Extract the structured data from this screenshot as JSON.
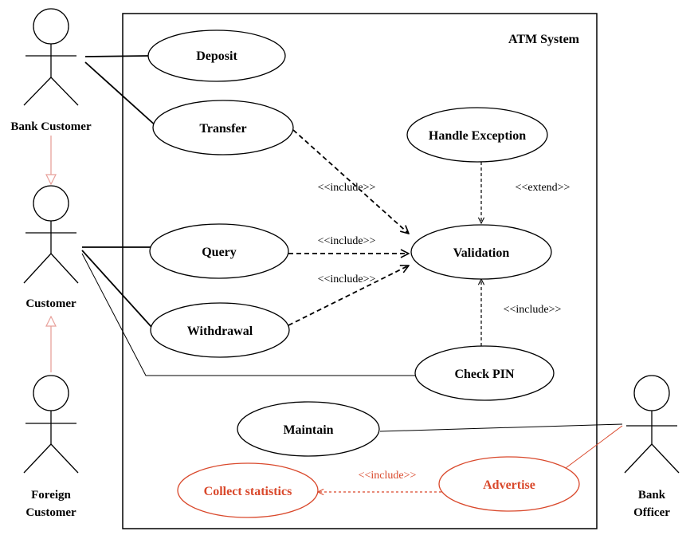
{
  "system": {
    "title": "ATM System"
  },
  "actors": {
    "bank_customer": {
      "label": "Bank Customer"
    },
    "customer": {
      "label": "Customer"
    },
    "foreign_customer": {
      "label_line1": "Foreign",
      "label_line2": "Customer"
    },
    "bank_officer": {
      "label_line1": "Bank",
      "label_line2": "Officer"
    }
  },
  "use_cases": {
    "deposit": "Deposit",
    "transfer": "Transfer",
    "query": "Query",
    "withdrawal": "Withdrawal",
    "handle_exception": "Handle Exception",
    "validation": "Validation",
    "check_pin": "Check PIN",
    "maintain": "Maintain",
    "advertise": "Advertise",
    "collect_statistics": "Collect statistics"
  },
  "relations": {
    "transfer_include": "<<include>>",
    "query_include": "<<include>>",
    "withdrawal_include": "<<include>>",
    "handle_exception_extend": "<<extend>>",
    "check_pin_include": "<<include>>",
    "advertise_include": "<<include>>"
  },
  "colors": {
    "ink": "#000000",
    "highlight": "#d9482b",
    "generalization_arrow": "#e8a09a"
  }
}
